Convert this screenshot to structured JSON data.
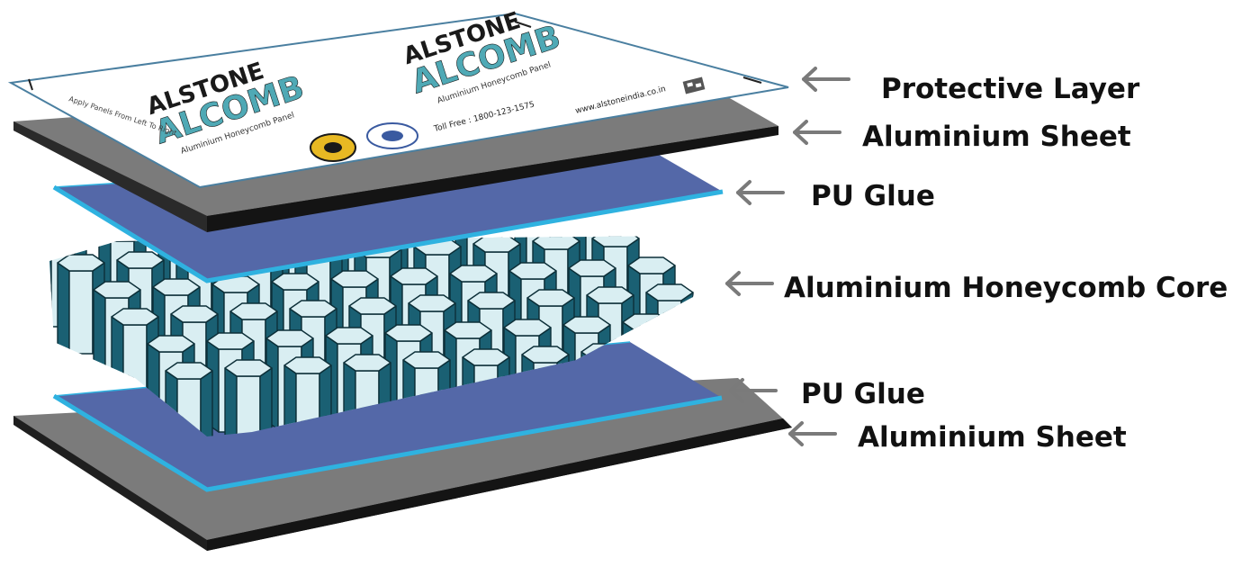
{
  "colors": {
    "sheet_fill": "#7b7b7b",
    "sheet_edge": "#1f1f1f",
    "glue_fill": "#5468a8",
    "glue_edge": "#2fb2e0",
    "core_dark": "#1a6073",
    "core_light": "#d9eef2",
    "arrow": "#7a7a7a",
    "brand_dark": "#1a1a1a",
    "brand_light": "#4fa9b5"
  },
  "protective_layer": {
    "brand_line1": "ALSTONE",
    "brand_line2": "ALCOMB",
    "tagline": "Aluminium Honeycomb Panel",
    "tollfree": "Toll Free : 1800-123-1575",
    "website": "www.alstoneindia.co.in",
    "notice": "Apply Panels From Left To Right"
  },
  "layers": [
    {
      "id": "protective-layer",
      "label": "Protective Layer"
    },
    {
      "id": "aluminium-sheet-top",
      "label": "Aluminium Sheet"
    },
    {
      "id": "pu-glue-top",
      "label": "PU Glue"
    },
    {
      "id": "honeycomb-core",
      "label": "Aluminium Honeycomb Core"
    },
    {
      "id": "pu-glue-bottom",
      "label": "PU Glue"
    },
    {
      "id": "aluminium-sheet-bottom",
      "label": "Aluminium Sheet"
    }
  ]
}
